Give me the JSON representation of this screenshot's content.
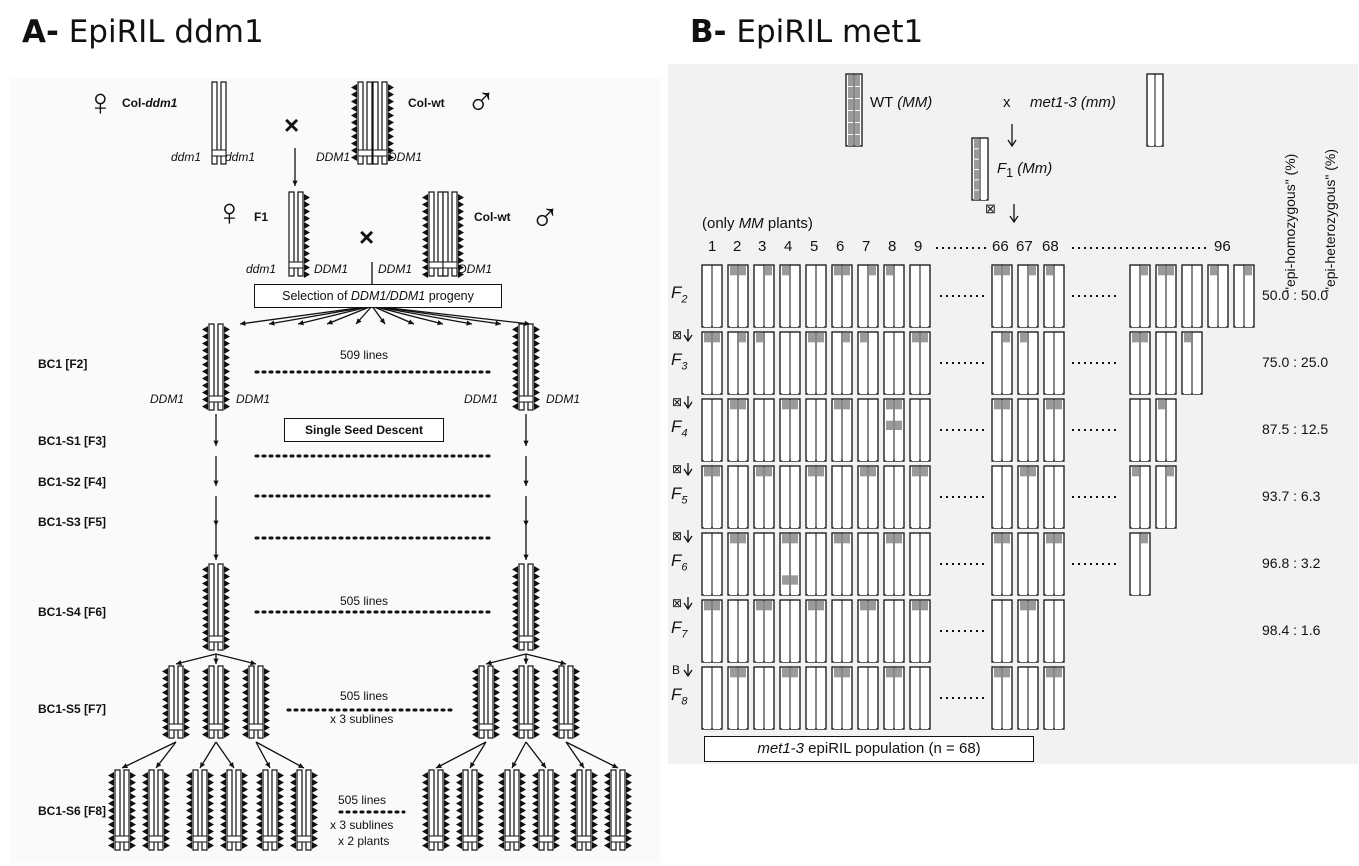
{
  "panel_a": {
    "title_letter": "A-",
    "title_text": "EpiRIL ddm1",
    "female_parent": "Col-ddm1",
    "female_parent_prefix": "Col-",
    "female_parent_gene": "ddm1",
    "male_parent": "Col-wt",
    "cross_symbol": "×",
    "allele_ddm1_left": "ddm1",
    "allele_ddm1_right": "ddm1",
    "allele_DDM1_left": "DDM1",
    "allele_DDM1_right": "DDM1",
    "f1_label": "F1",
    "f1_allele_left": "ddm1",
    "f1_allele_right": "DDM1",
    "wt2_allele_left": "DDM1",
    "wt2_allele_right": "DDM1",
    "selection_prefix": "Selection of ",
    "selection_genotype": "DDM1/DDM1",
    "selection_suffix": " progeny",
    "single_seed": "Single Seed Descent",
    "bc1_alleles": [
      "DDM1",
      "DDM1",
      "DDM1",
      "DDM1"
    ],
    "generations": [
      {
        "label": "BC1 [F2]",
        "note": "509 lines"
      },
      {
        "label": "BC1-S1 [F3]",
        "note": ""
      },
      {
        "label": "BC1-S2 [F4]",
        "note": ""
      },
      {
        "label": "BC1-S3 [F5]",
        "note": ""
      },
      {
        "label": "BC1-S4 [F6]",
        "note": "505 lines"
      },
      {
        "label": "BC1-S5 [F7]",
        "note": "505 lines"
      },
      {
        "label": "BC1-S6 [F8]",
        "note": "505 lines"
      }
    ],
    "s5_extra": "x 3 sublines",
    "s6_extra1": "x 3 sublines",
    "s6_extra2": "x 2 plants"
  },
  "panel_b": {
    "title_letter": "B-",
    "title_text": "EpiRIL met1",
    "wt_label": "WT",
    "wt_geno": "(MM)",
    "cross_x": "x",
    "met_label": "met1-3",
    "met_geno": "(mm)",
    "f1_label": "F",
    "f1_sub": "1",
    "f1_geno": "(Mm)",
    "self_symbol": "⊠",
    "backcross_symbol": "B",
    "only_prefix": "(only ",
    "only_geno": "MM",
    "only_suffix": " plants)",
    "plant_numbers": [
      "1",
      "2",
      "3",
      "4",
      "5",
      "6",
      "7",
      "8",
      "9",
      "66",
      "67",
      "68",
      "96"
    ],
    "ellipsis": "·······",
    "rows": [
      {
        "gen": "F",
        "sub": "2",
        "ratio": "50.0 : 50.0"
      },
      {
        "gen": "F",
        "sub": "3",
        "ratio": "75.0 : 25.0"
      },
      {
        "gen": "F",
        "sub": "4",
        "ratio": "87.5 : 12.5"
      },
      {
        "gen": "F",
        "sub": "5",
        "ratio": "93.7 : 6.3"
      },
      {
        "gen": "F",
        "sub": "6",
        "ratio": "96.8 : 3.2"
      },
      {
        "gen": "F",
        "sub": "7",
        "ratio": "98.4 : 1.6"
      },
      {
        "gen": "F",
        "sub": "8",
        "ratio": ""
      }
    ],
    "col_homo": "\"epi-homozygous\" (%)",
    "col_hetero": "\"epi-heterozygous\" (%)",
    "population_prefix": "met1-3",
    "population_suffix": " epiRIL population (n = 68)",
    "colors": {
      "methylated": "#9a9a9a",
      "unmethylated": "#ffffff",
      "outline": "#111111"
    }
  }
}
